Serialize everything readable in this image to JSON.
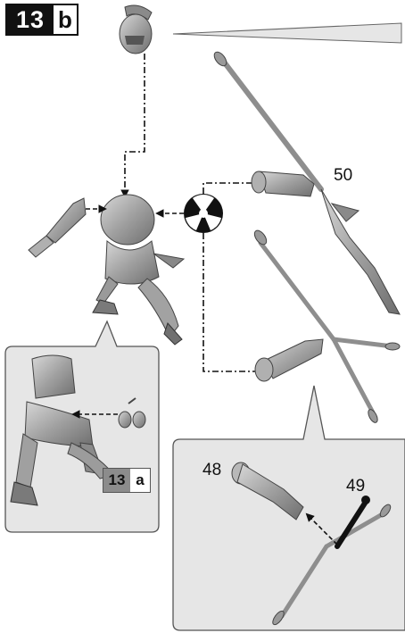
{
  "step": {
    "number": "13",
    "letter": "b"
  },
  "sub_step": {
    "number": "13",
    "letter": "a"
  },
  "parts": {
    "p48": "48",
    "p49": "49",
    "p50": "50"
  },
  "colors": {
    "callout_bg": "#e6e6e6",
    "part_gray": "#a9a9a9",
    "line": "#111111"
  },
  "icons": {
    "assembly_symbol": "radiation-style-trefoil-icon"
  }
}
